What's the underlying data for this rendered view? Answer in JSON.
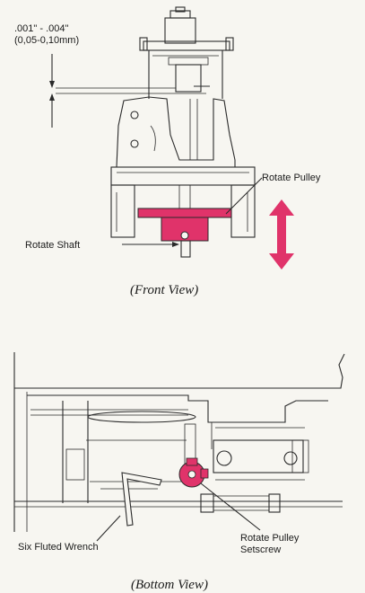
{
  "front_view": {
    "tolerance_in": ".001\" - .004\"",
    "tolerance_mm": "(0,05-0,10mm)",
    "label_pulley": "Rotate Pulley",
    "label_shaft": "Rotate Shaft",
    "caption": "(Front View)"
  },
  "bottom_view": {
    "label_wrench": "Six Fluted Wrench",
    "label_setscrew_1": "Rotate Pulley",
    "label_setscrew_2": "Setscrew",
    "caption": "(Bottom View)"
  },
  "colors": {
    "highlight": "#e0336a",
    "line": "#2a2a2a",
    "background": "#f7f6f1"
  }
}
